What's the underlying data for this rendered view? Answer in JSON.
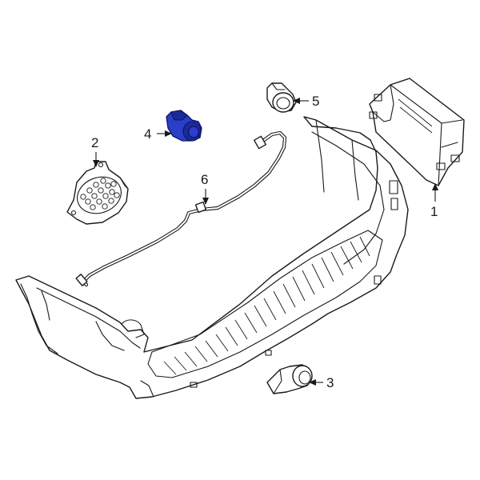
{
  "callouts": [
    {
      "id": "1",
      "label": "1",
      "part": "parking-aid-control-module"
    },
    {
      "id": "2",
      "label": "2",
      "part": "parking-aid-speaker"
    },
    {
      "id": "3",
      "label": "3",
      "part": "outer-parking-aid-sensor"
    },
    {
      "id": "4",
      "label": "4",
      "part": "parking-aid-sensor",
      "highlighted": true
    },
    {
      "id": "5",
      "label": "5",
      "part": "parking-aid-sensor-upper"
    },
    {
      "id": "6",
      "label": "6",
      "part": "parking-aid-wiring-harness"
    }
  ],
  "colors": {
    "line": "#1a1a1a",
    "highlight": "#2a3ec9",
    "background": "#ffffff"
  }
}
